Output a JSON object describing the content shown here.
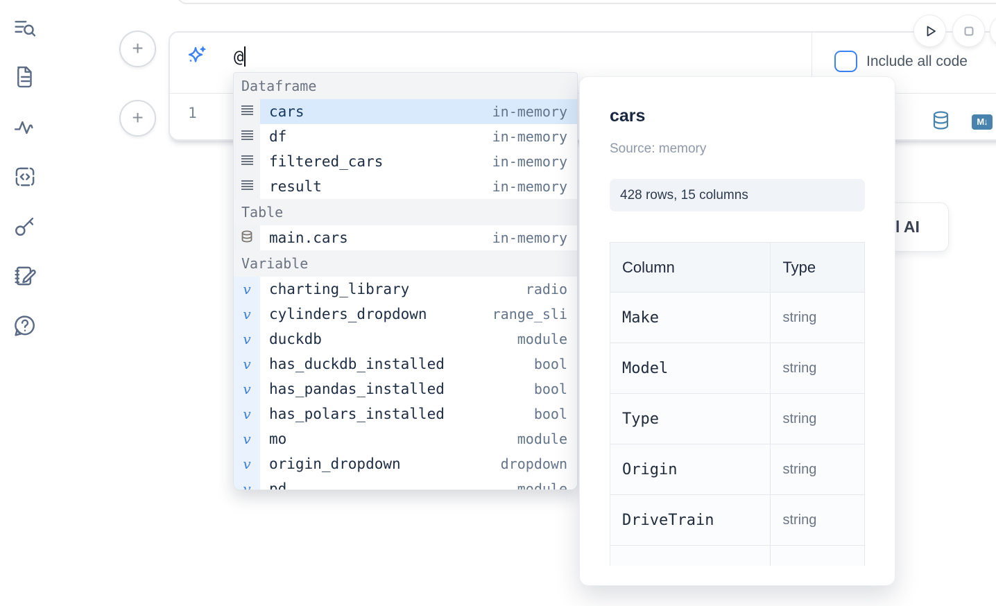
{
  "colors": {
    "accent_blue": "#3b82f6",
    "steel_blue": "#4783ad",
    "selection_bg": "#d9eafc",
    "icon_slate": "#5b6b84"
  },
  "sidebar": {
    "icons": [
      "toc-search-icon",
      "file-text-icon",
      "activity-icon",
      "code-snippet-icon",
      "key-icon",
      "scratchpad-icon",
      "help-chat-icon"
    ]
  },
  "run_controls": {
    "run": "run-button",
    "stop": "stop-button"
  },
  "ai_panel": {
    "prompt_text": "@",
    "include_all_code_label": "Include all code",
    "checkbox_checked": false
  },
  "cell": {
    "line_number": "1",
    "actions": [
      "database-icon",
      "markdown-icon"
    ],
    "markdown_badge": "M↓"
  },
  "ai_card": {
    "visible_text": "l AI"
  },
  "autocomplete": {
    "sections": [
      {
        "label": "Dataframe",
        "items": [
          {
            "name": "cars",
            "type": "in-memory",
            "icon": "rows",
            "selected": true
          },
          {
            "name": "df",
            "type": "in-memory",
            "icon": "rows"
          },
          {
            "name": "filtered_cars",
            "type": "in-memory",
            "icon": "rows"
          },
          {
            "name": "result",
            "type": "in-memory",
            "icon": "rows"
          }
        ]
      },
      {
        "label": "Table",
        "items": [
          {
            "name": "main.cars",
            "type": "in-memory",
            "icon": "database"
          }
        ]
      },
      {
        "label": "Variable",
        "items": [
          {
            "name": "charting_library",
            "type": "radio",
            "icon": "variable"
          },
          {
            "name": "cylinders_dropdown",
            "type": "range_sli",
            "icon": "variable"
          },
          {
            "name": "duckdb",
            "type": "module",
            "icon": "variable"
          },
          {
            "name": "has_duckdb_installed",
            "type": "bool",
            "icon": "variable"
          },
          {
            "name": "has_pandas_installed",
            "type": "bool",
            "icon": "variable"
          },
          {
            "name": "has_polars_installed",
            "type": "bool",
            "icon": "variable"
          },
          {
            "name": "mo",
            "type": "module",
            "icon": "variable"
          },
          {
            "name": "origin_dropdown",
            "type": "dropdown",
            "icon": "variable"
          },
          {
            "name": "pd",
            "type": "module",
            "icon": "variable",
            "clipped": true
          }
        ]
      }
    ]
  },
  "preview": {
    "title": "cars",
    "source_label": "Source: memory",
    "shape_label": "428 rows, 15 columns",
    "table": {
      "headers": [
        "Column",
        "Type"
      ],
      "rows": [
        [
          "Make",
          "string"
        ],
        [
          "Model",
          "string"
        ],
        [
          "Type",
          "string"
        ],
        [
          "Origin",
          "string"
        ],
        [
          "DriveTrain",
          "string"
        ],
        [
          "",
          ""
        ]
      ]
    }
  }
}
